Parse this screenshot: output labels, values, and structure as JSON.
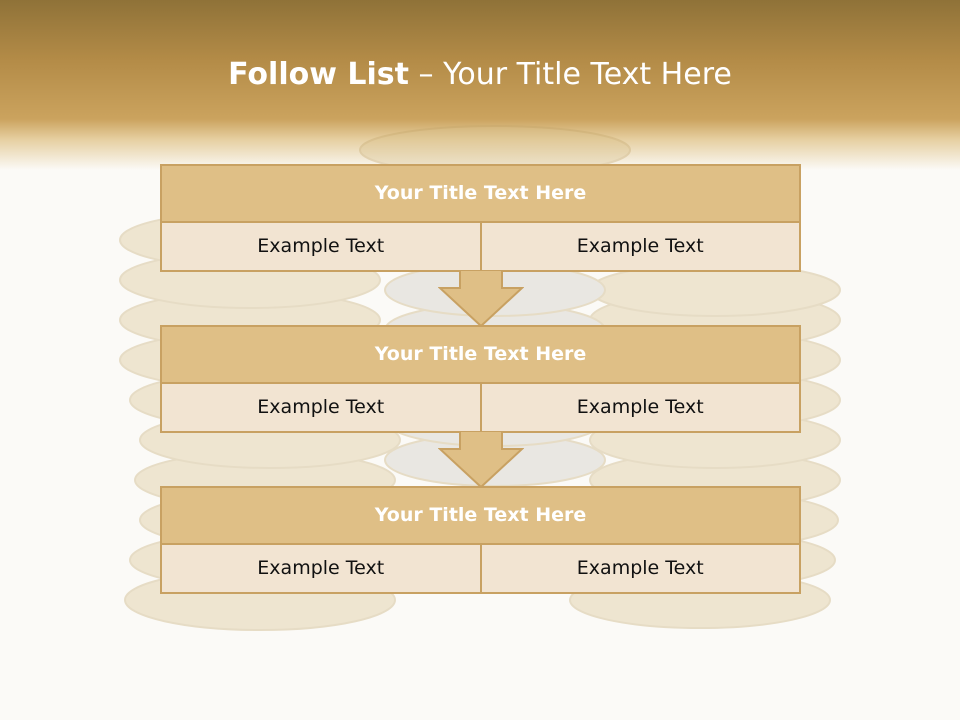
{
  "slide": {
    "title_bold": "Follow List",
    "title_rest": " – Your Title Text Here"
  },
  "blocks": [
    {
      "title": "Your Title Text Here",
      "left": "Example Text",
      "right": "Example Text"
    },
    {
      "title": "Your Title Text Here",
      "left": "Example Text",
      "right": "Example Text"
    },
    {
      "title": "Your Title Text Here",
      "left": "Example Text",
      "right": "Example Text"
    }
  ],
  "colors": {
    "header_dark": "#8f7238",
    "header_gold": "#cba35e",
    "block_title_bg": "#dfbf86",
    "block_body_bg": "#f2e4d2",
    "border": "#c8a162",
    "arrow_fill": "#dfbf86"
  }
}
